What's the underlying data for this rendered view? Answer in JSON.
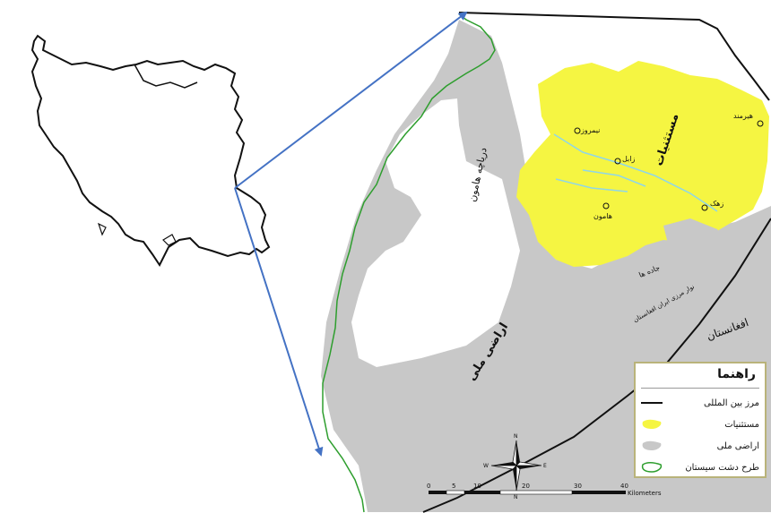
{
  "map": {
    "labels": {
      "hamoon_lake": "دریاچه هامون",
      "national_lands": "اراضی ملی",
      "afghanistan": "افغانستان",
      "exceptions": "مستثنیات",
      "border_label": "نوار مرزی ایران افغانستان",
      "roads": "جاده ها",
      "city_zabol": "زابل",
      "city_nimruz": "نیمروز",
      "city_hirmand": "هیرمند",
      "city_zahak": "زهک",
      "city_hamoon": "هامون"
    },
    "colors": {
      "exceptions": "#f5f542",
      "national_lands": "#c8c8c8",
      "border": "#111111",
      "project_outline": "#2e9e2e",
      "pointer_arrow": "#4472c4",
      "river": "#8fd6e8"
    }
  },
  "legend": {
    "title": "راهنما",
    "items": [
      {
        "label": "مرز بین المللی",
        "symbol": "line-icon",
        "color": "#111111"
      },
      {
        "label": "مستثنیات",
        "symbol": "yellow-patch-icon",
        "color": "#f5f542"
      },
      {
        "label": "اراضی ملی",
        "symbol": "gray-patch-icon",
        "color": "#c8c8c8"
      },
      {
        "label": "طرح دشت سیستان",
        "symbol": "green-outline-icon",
        "color": "#2e9e2e"
      }
    ]
  },
  "compass": {
    "north": "N",
    "south": "N",
    "east": "E",
    "west": "W",
    "icon": "compass-rose-icon"
  },
  "scale_bar": {
    "ticks": [
      "0",
      "5",
      "10",
      "20",
      "30",
      "40"
    ],
    "unit": "Kilometers"
  }
}
